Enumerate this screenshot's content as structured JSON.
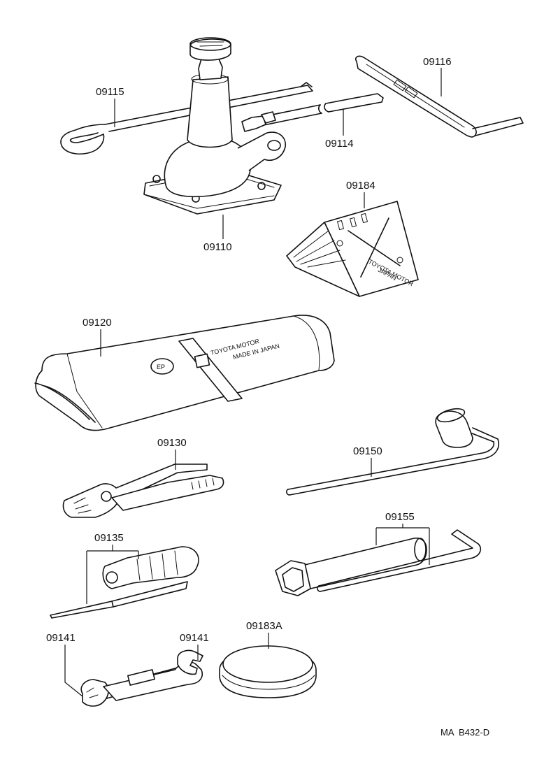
{
  "diagram_code": "MA  B432-D",
  "parts": [
    {
      "id": "jack",
      "label": "09110"
    },
    {
      "id": "jack-handle-rod",
      "label": "09114"
    },
    {
      "id": "hook-wrench",
      "label": "09115"
    },
    {
      "id": "jack-handle-lever",
      "label": "09116"
    },
    {
      "id": "tool-bag",
      "label": "09120"
    },
    {
      "id": "pliers",
      "label": "09130"
    },
    {
      "id": "screwdriver",
      "label": "09135"
    },
    {
      "id": "wrench-a",
      "label": "09141"
    },
    {
      "id": "wrench-b",
      "label": "09141"
    },
    {
      "id": "wheel-nut-wrench",
      "label": "09150"
    },
    {
      "id": "plug-wrench",
      "label": "09155"
    },
    {
      "id": "cap",
      "label": "09183A"
    },
    {
      "id": "wheel-chock",
      "label": "09184"
    }
  ],
  "embossed_text": {
    "bag_line1": "TOYOTA MOTOR",
    "bag_line2": "MADE IN JAPAN",
    "bag_emblem": "EP",
    "chock_line1": "TOYOTA MOTOR",
    "chock_line2": "JAPAN"
  }
}
